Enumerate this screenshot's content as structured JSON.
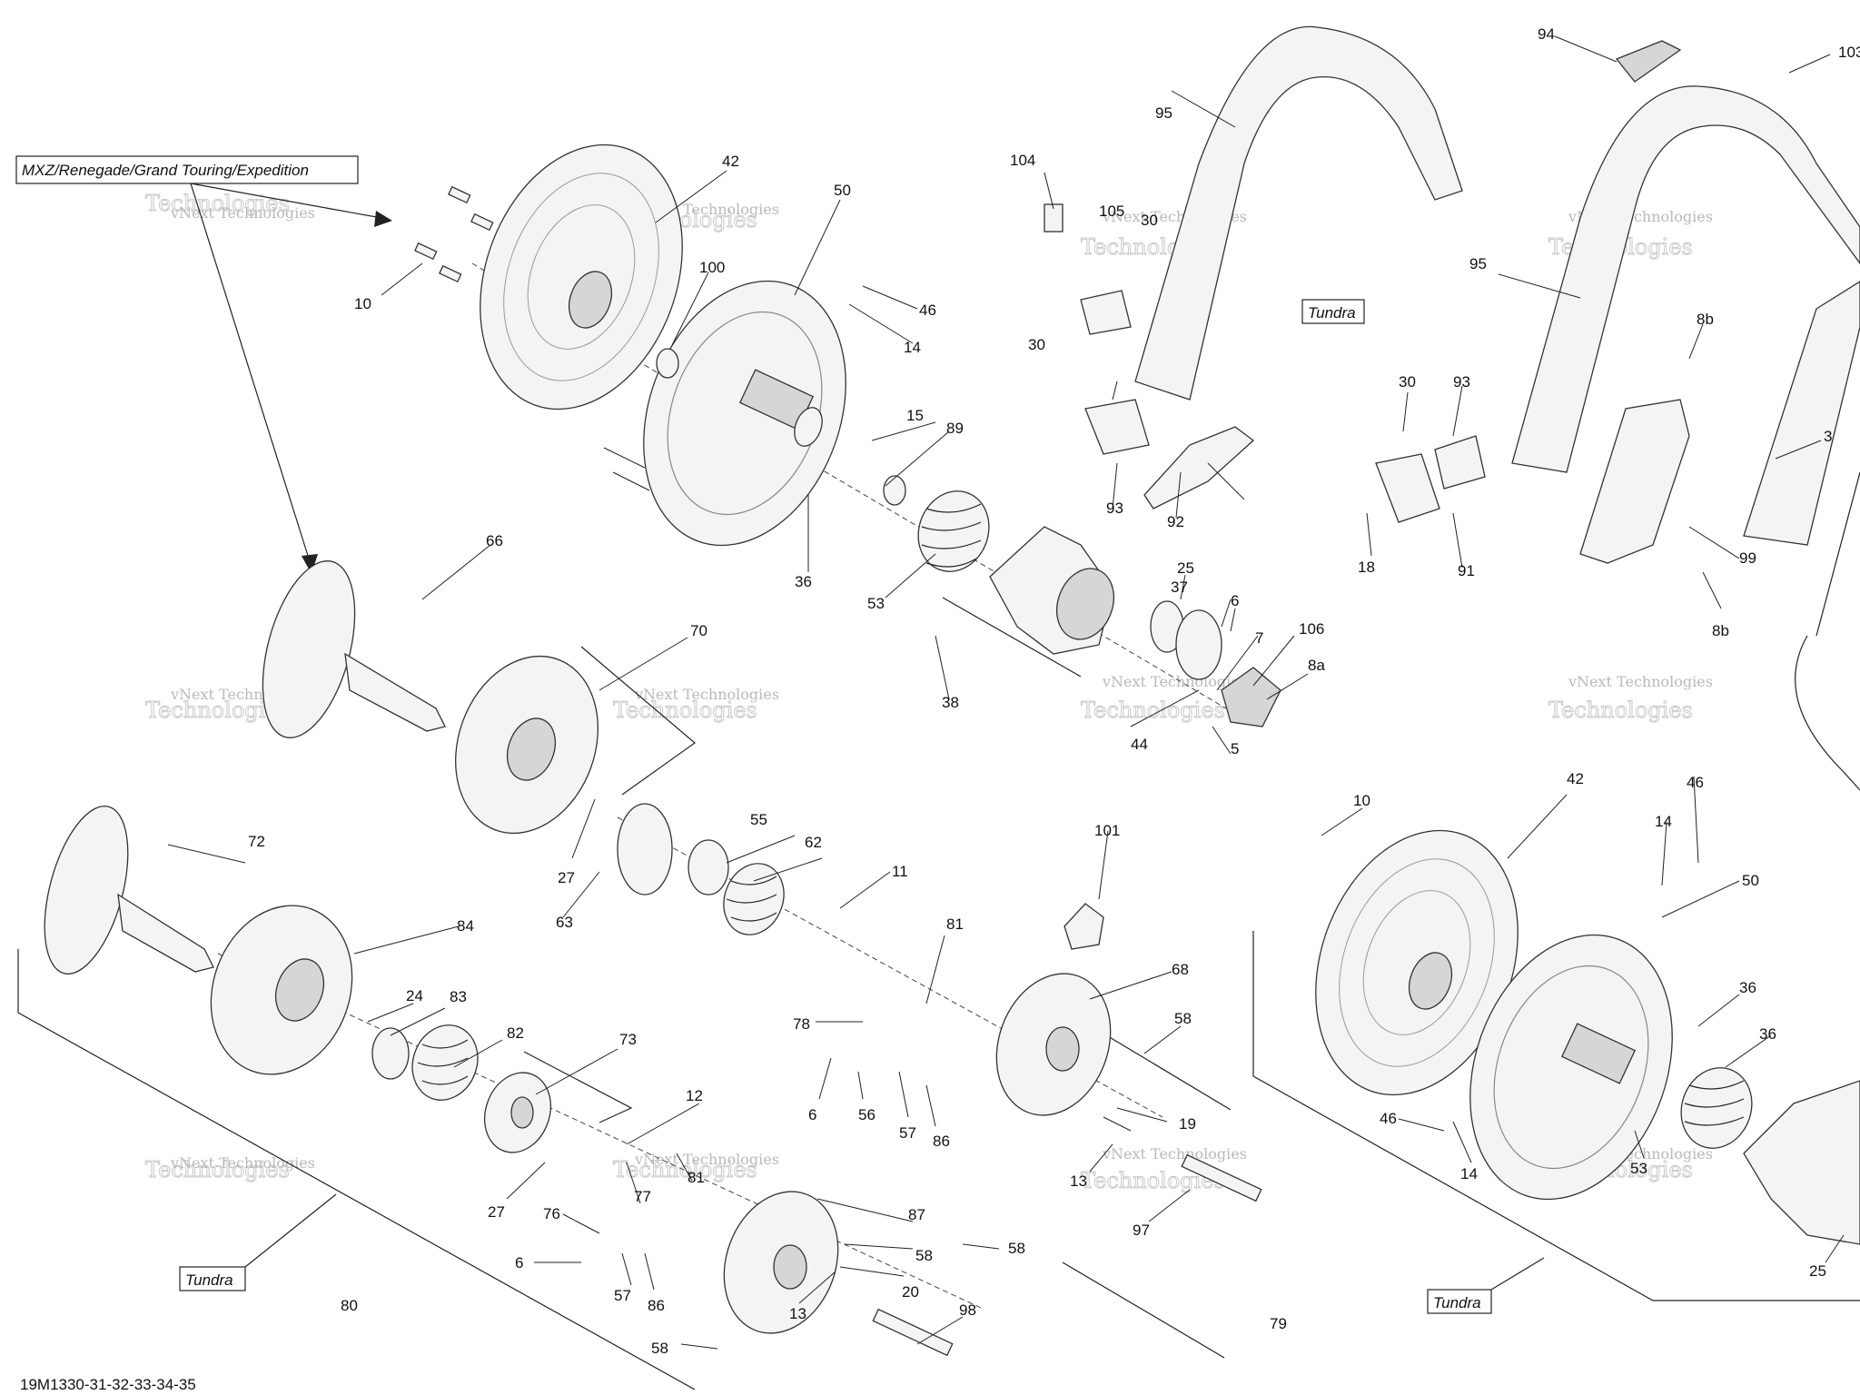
{
  "header_box": {
    "label": "MXZ/Renegade/Grand Touring/Expedition"
  },
  "variant_boxes": [
    {
      "label": "Tundra"
    },
    {
      "label": "Tundra"
    },
    {
      "label": "Tundra"
    }
  ],
  "document_id": "19M1330-31-32-33-34-35",
  "watermark": {
    "line1": "vNext Technologies",
    "line2": "Technologies",
    "line0": "vNext"
  },
  "callouts": [
    "10",
    "42",
    "50",
    "100",
    "46",
    "14",
    "15",
    "89",
    "36",
    "53",
    "104",
    "105",
    "30",
    "30",
    "93",
    "92",
    "95",
    "94",
    "103",
    "Tundra",
    "95",
    "8b",
    "30",
    "93",
    "91",
    "18",
    "99",
    "8b",
    "3",
    "66",
    "70",
    "25",
    "37",
    "6",
    "7",
    "106",
    "8a",
    "38",
    "44",
    "5",
    "27",
    "63",
    "55",
    "62",
    "72",
    "84",
    "24",
    "83",
    "82",
    "73",
    "27",
    "12",
    "81",
    "77",
    "76",
    "6",
    "57",
    "86",
    "87",
    "58",
    "20",
    "13",
    "98",
    "58",
    "11",
    "81",
    "78",
    "6",
    "56",
    "57",
    "86",
    "68",
    "58",
    "19",
    "13",
    "97",
    "58",
    "101",
    "42",
    "10",
    "46",
    "14",
    "50",
    "46",
    "14",
    "36",
    "36",
    "53",
    "25",
    "80",
    "79"
  ]
}
